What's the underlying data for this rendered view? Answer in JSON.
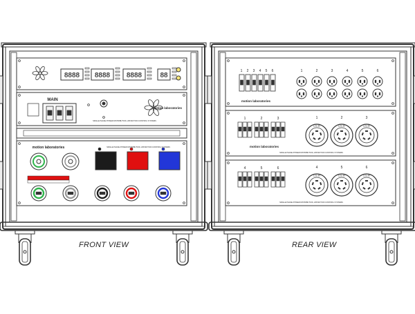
{
  "front_view": {
    "label": "FRONT VIEW",
    "brand": "motion laboratories",
    "main_label": "MAIN",
    "panel_note": "SINGLE PHASE POWER DISTRIBUTION, 208 MOTION CONTROL SYSTEMS",
    "meters": [
      {
        "display": "8888"
      },
      {
        "display": "8888"
      },
      {
        "display": "8888"
      },
      {
        "display": "88"
      }
    ],
    "connector_colors": [
      "#1b1b1b",
      "#e01010",
      "#2236d8"
    ],
    "pilot_light_colors": [
      "#2db44a",
      "#9a9a9a",
      "#1b1b1b",
      "#e01010",
      "#2236d8"
    ]
  },
  "rear_view": {
    "label": "REAR VIEW",
    "brand": "motion laboratories",
    "top_breaker_numbers": [
      "1",
      "2",
      "3",
      "4",
      "5",
      "6"
    ],
    "top_outlet_numbers": [
      "1",
      "2",
      "3",
      "4",
      "5",
      "6"
    ],
    "middle_breaker_numbers": [
      "1",
      "2",
      "3"
    ],
    "middle_twistlock_numbers": [
      "1",
      "2",
      "3"
    ],
    "bottom_breaker_numbers": [
      "4",
      "5",
      "6"
    ],
    "bottom_twistlock_numbers": [
      "4",
      "5",
      "6"
    ],
    "twistlock_label": "L21-30",
    "panel_note": "SINGLE PHASE POWER DISTRIBUTION, 208 MOTION CONTROL SYSTEMS"
  },
  "colors": {
    "line": "#333333",
    "green": "#2db44a",
    "red": "#e01010",
    "blue": "#2236d8",
    "black": "#1b1b1b"
  }
}
